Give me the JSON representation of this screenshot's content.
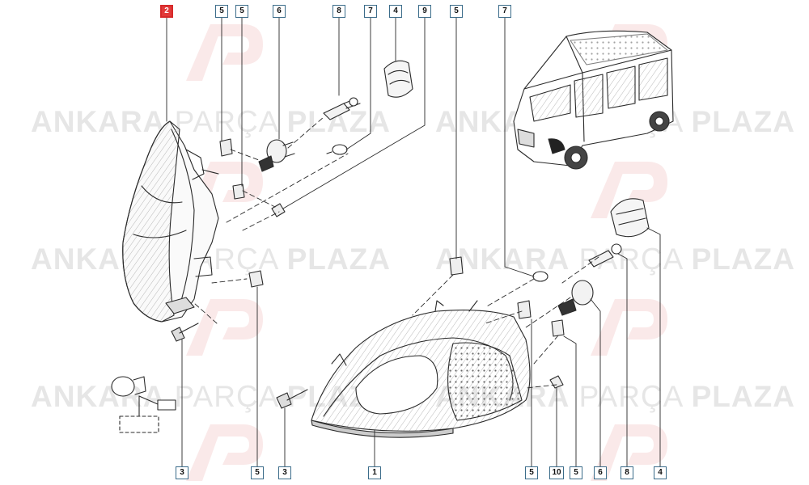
{
  "watermark": {
    "word1": "ANKARA",
    "word2": "PARÇA",
    "word3": "PLAZA",
    "logo": "AP",
    "color": "#d3d3d3"
  },
  "callouts": [
    {
      "id": "c-top-2",
      "label": "2",
      "highlight": true
    },
    {
      "id": "c-top-5a",
      "label": "5"
    },
    {
      "id": "c-top-5b",
      "label": "5"
    },
    {
      "id": "c-top-6",
      "label": "6"
    },
    {
      "id": "c-top-8",
      "label": "8"
    },
    {
      "id": "c-top-7a",
      "label": "7"
    },
    {
      "id": "c-top-4",
      "label": "4"
    },
    {
      "id": "c-top-9",
      "label": "9"
    },
    {
      "id": "c-top-5c",
      "label": "5"
    },
    {
      "id": "c-top-7b",
      "label": "7"
    },
    {
      "id": "c-bot-3a",
      "label": "3"
    },
    {
      "id": "c-bot-5a",
      "label": "5"
    },
    {
      "id": "c-bot-3b",
      "label": "3"
    },
    {
      "id": "c-bot-1",
      "label": "1"
    },
    {
      "id": "c-bot-5b",
      "label": "5"
    },
    {
      "id": "c-bot-10",
      "label": "10"
    },
    {
      "id": "c-bot-5c",
      "label": "5"
    },
    {
      "id": "c-bot-6",
      "label": "6"
    },
    {
      "id": "c-bot-8",
      "label": "8"
    },
    {
      "id": "c-bot-4",
      "label": "4"
    }
  ],
  "colors": {
    "line": "#2a2a2a",
    "callout_border": "#3b6c8a",
    "highlight": "#e23a3a"
  }
}
